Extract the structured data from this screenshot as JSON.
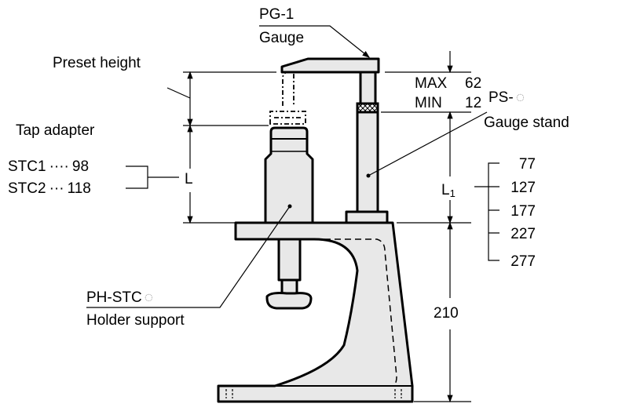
{
  "gauge": {
    "model": "PG-1",
    "name": "Gauge"
  },
  "preset_height": {
    "label": "Preset height"
  },
  "stroke": {
    "max_label": "MAX",
    "max_value": "62",
    "min_label": "MIN",
    "min_value": "12"
  },
  "gauge_stand": {
    "model": "PS-",
    "symbol": "◌",
    "name": "Gauge stand"
  },
  "tap_adapter": {
    "label": "Tap adapter",
    "items": [
      {
        "model": "STC1",
        "dots": "····",
        "value": "98"
      },
      {
        "model": "STC2",
        "dots": "···",
        "value": "118"
      }
    ],
    "dimension": "L"
  },
  "l1": {
    "label": "L",
    "subscript": "1",
    "values": [
      "77",
      "127",
      "177",
      "227",
      "277"
    ]
  },
  "holder_support": {
    "model": "PH-STC",
    "symbol": "◌",
    "name": "Holder support"
  },
  "base_height": "210"
}
